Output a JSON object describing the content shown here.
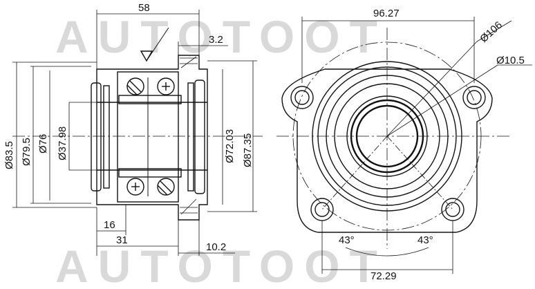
{
  "watermark": {
    "top": "AUTOTOOT",
    "bottom": "AUTOTOOT"
  },
  "section_view": {
    "dims": {
      "width_total": "58",
      "flange_thickness": "3.2",
      "d_outer": "Ø83.5",
      "d_seat": "Ø79.5",
      "d_inner_race": "Ø76",
      "d_bore": "Ø37.98",
      "d_pilot": "Ø72.03",
      "d_flange": "Ø87.35",
      "offset_16": "16",
      "offset_31": "31",
      "offset_10_2": "10.2"
    }
  },
  "front_view": {
    "dims": {
      "top_width": "96.27",
      "pcd": "Ø106",
      "hole_dia": "Ø10.5",
      "angle_left": "43°",
      "angle_right": "43°",
      "bottom_width": "72.29"
    }
  }
}
